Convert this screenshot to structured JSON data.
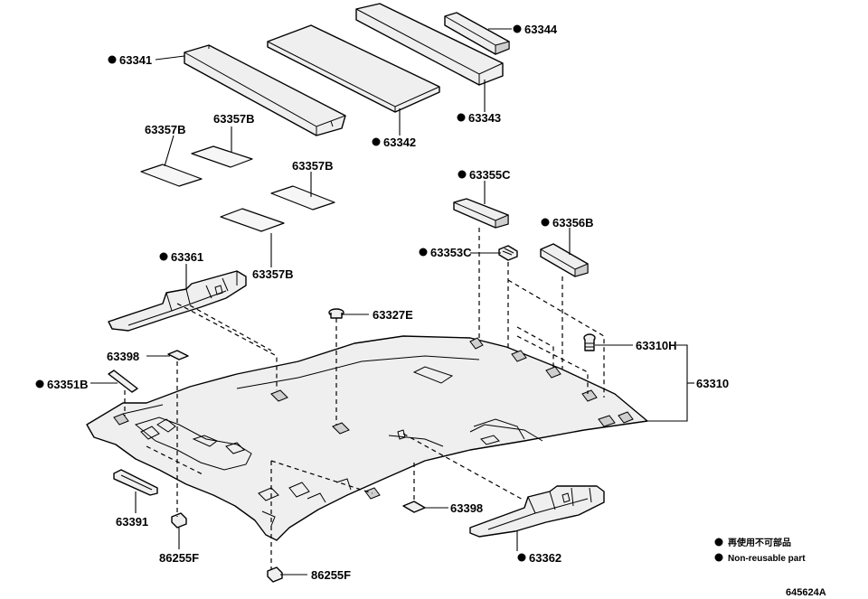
{
  "parts": {
    "p63341": "63341",
    "p63342": "63342",
    "p63343": "63343",
    "p63344": "63344",
    "p63357b_1": "63357B",
    "p63357b_2": "63357B",
    "p63357b_3": "63357B",
    "p63357b_4": "63357B",
    "p63355c": "63355C",
    "p63356b": "63356B",
    "p63353c": "63353C",
    "p63361": "63361",
    "p63327e": "63327E",
    "p63310h": "63310H",
    "p63310": "63310",
    "p63398_1": "63398",
    "p63398_2": "63398",
    "p63351b": "63351B",
    "p63391": "63391",
    "p86255f_1": "86255F",
    "p86255f_2": "86255F",
    "p63362": "63362"
  },
  "legend": {
    "japanese": "再使用不可部品",
    "english": "Non-reusable part"
  },
  "diagram_code": "645624A"
}
